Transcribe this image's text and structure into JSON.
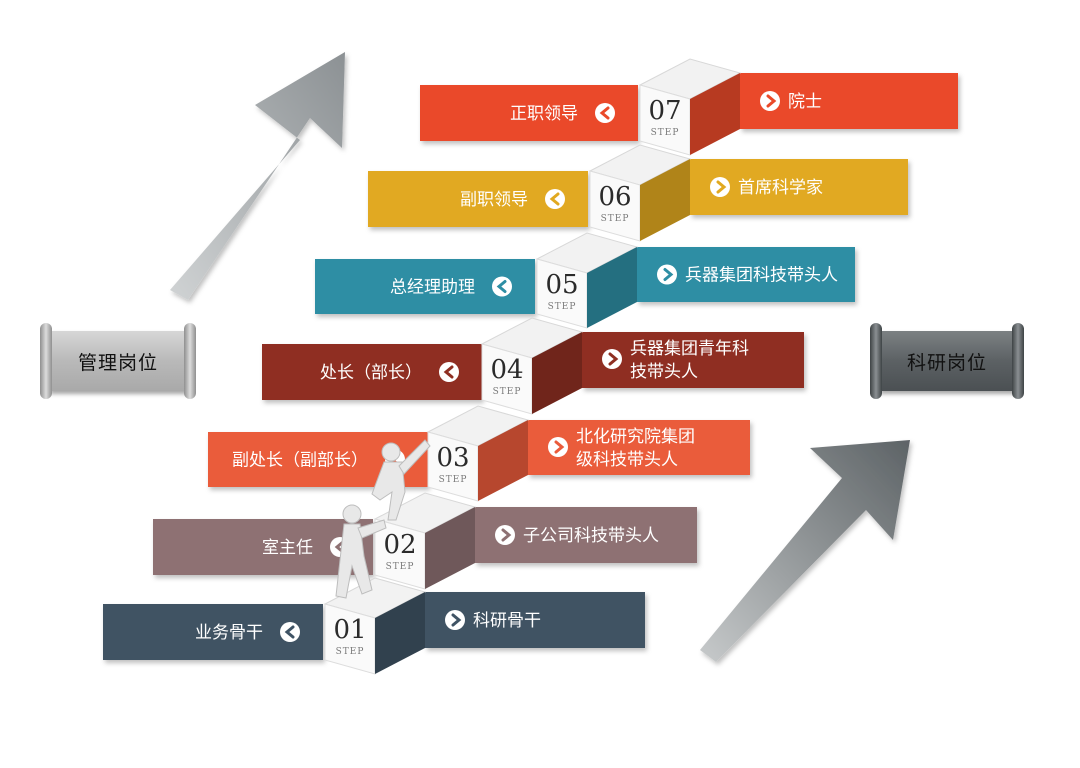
{
  "banners": {
    "left": "管理岗位",
    "right": "科研岗位"
  },
  "step_word": "STEP",
  "steps": [
    {
      "num": "01",
      "left": [
        "业务骨干"
      ],
      "right": [
        "科研骨干"
      ],
      "color": "#3f5364"
    },
    {
      "num": "02",
      "left": [
        "室主任"
      ],
      "right": [
        "子公司科技带头人"
      ],
      "color": "#8e7173"
    },
    {
      "num": "03",
      "left": [
        "副处长（副部长）"
      ],
      "right": [
        "北化研究院集团",
        "级科技带头人"
      ],
      "color": "#ea5b3b"
    },
    {
      "num": "04",
      "left": [
        "处长（部长）"
      ],
      "right": [
        "兵器集团青年科",
        "技带头人"
      ],
      "color": "#8f2f22"
    },
    {
      "num": "05",
      "left": [
        "总经理助理"
      ],
      "right": [
        "兵器集团科技带头人"
      ],
      "color": "#2e8ea4"
    },
    {
      "num": "06",
      "left": [
        "副职领导"
      ],
      "right": [
        "首席科学家"
      ],
      "color": "#e1a920"
    },
    {
      "num": "07",
      "left": [
        "正职领导"
      ],
      "right": [
        "院士"
      ],
      "color": "#ea4a2a"
    }
  ],
  "icons": {
    "left_chevron": "chevron-left-circle-icon",
    "right_chevron": "chevron-right-circle-icon"
  }
}
